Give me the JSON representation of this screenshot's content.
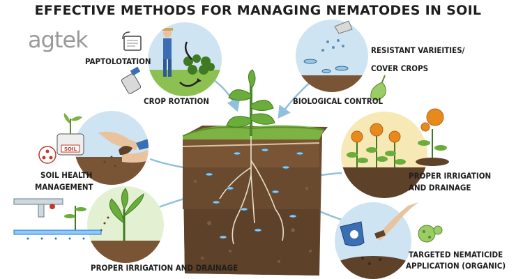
{
  "title": "EFFECTIVE METHODS FOR MANAGING NEMATODES IN SOIL",
  "logo": "agtek",
  "labels": {
    "paptolotation": "PAPTOLOTATION",
    "crop_rotation": "CROP ROTATION",
    "resistant_1": "RESISTANT VARIEITIES/",
    "resistant_2": "COVER CROPS",
    "biological_control": "BIOLOGICAL CONTROL",
    "soil_health_1": "SOIL HEALTH",
    "soil_health_2": "MANAGEMENT",
    "irrigation_right_1": "PROPER IRRIGATION",
    "irrigation_right_2": "AND DRAINAGE",
    "irrigation_bottom": "PROPER IRRIGATION AND DRAINAGE",
    "nematicide_1": "TARGETED NEMATICIDE",
    "nematicide_2": "APPLICATION (ORGANIC)",
    "soil_sign": "SOIL"
  },
  "colors": {
    "sky": "#cfe4f2",
    "grass": "#7cb342",
    "soil_dark": "#5d4129",
    "soil_light": "#8a6a4a",
    "arrow": "#8fc1dc",
    "marigold": "#e8891c"
  }
}
